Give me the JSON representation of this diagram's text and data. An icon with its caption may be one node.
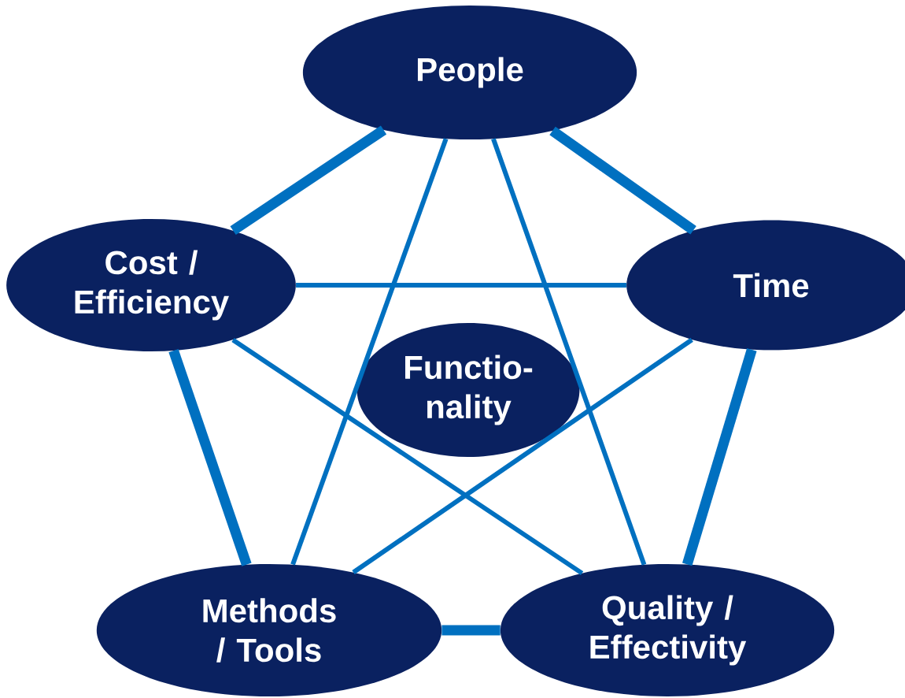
{
  "diagram": {
    "nodes": [
      {
        "text": [
          "People"
        ]
      },
      {
        "text": [
          "Cost / Efficiency"
        ]
      },
      {
        "text": [
          "Time"
        ]
      },
      {
        "text": [
          "Functio- nality"
        ]
      },
      {
        "text": [
          "Methods / Tools"
        ]
      },
      {
        "text": [
          "Quality / Effectivity"
        ]
      }
    ],
    "edges": [
      {
        "from": 0,
        "to": 1,
        "arrow": "none",
        "style": "thick"
      },
      {
        "from": 0,
        "to": 2,
        "arrow": "none",
        "style": "thick"
      },
      {
        "from": 1,
        "to": 4,
        "arrow": "none",
        "style": "thick"
      },
      {
        "from": 2,
        "to": 5,
        "arrow": "none",
        "style": "thick"
      },
      {
        "from": 4,
        "to": 5,
        "arrow": "none",
        "style": "thick"
      },
      {
        "from": 0,
        "to": 4,
        "arrow": "none"
      },
      {
        "from": 0,
        "to": 5,
        "arrow": "none"
      },
      {
        "from": 1,
        "to": 2,
        "arrow": "none"
      },
      {
        "from": 1,
        "to": 5,
        "arrow": "none"
      },
      {
        "from": 2,
        "to": 4,
        "arrow": "none"
      }
    ]
  }
}
